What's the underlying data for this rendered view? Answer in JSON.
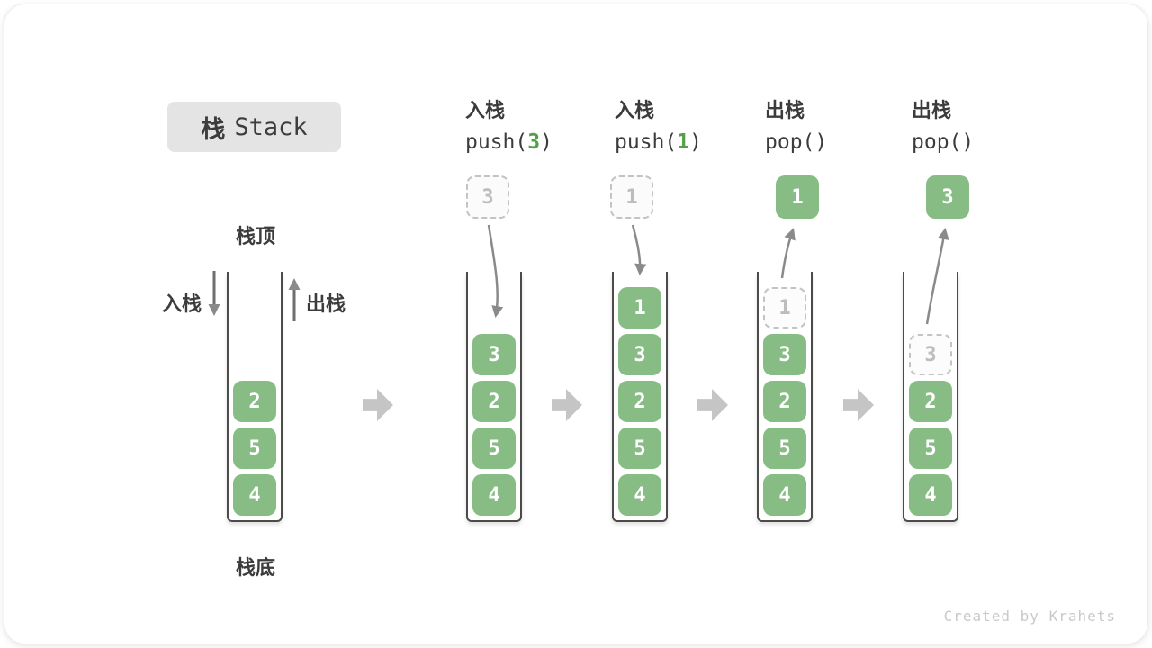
{
  "title": {
    "zh": "栈",
    "en": "Stack"
  },
  "labels": {
    "stack_top": "栈顶",
    "stack_bottom": "栈底",
    "push_side": "入栈",
    "pop_side": "出栈"
  },
  "operations": [
    {
      "name": "入栈",
      "code_pre": "push(",
      "code_arg": "3",
      "code_post": ")"
    },
    {
      "name": "入栈",
      "code_pre": "push(",
      "code_arg": "1",
      "code_post": ")"
    },
    {
      "name": "出栈",
      "code_pre": "pop()",
      "code_arg": "",
      "code_post": ""
    },
    {
      "name": "出栈",
      "code_pre": "pop()",
      "code_arg": "",
      "code_post": ""
    }
  ],
  "floating_boxes": [
    {
      "value": "3",
      "style": "ghost"
    },
    {
      "value": "1",
      "style": "ghost"
    },
    {
      "value": "1",
      "style": "solid"
    },
    {
      "value": "3",
      "style": "solid"
    }
  ],
  "stacks": [
    {
      "items": [
        {
          "value": "2"
        },
        {
          "value": "5"
        },
        {
          "value": "4"
        }
      ]
    },
    {
      "items": [
        {
          "value": "3"
        },
        {
          "value": "2"
        },
        {
          "value": "5"
        },
        {
          "value": "4"
        }
      ]
    },
    {
      "items": [
        {
          "value": "1"
        },
        {
          "value": "3"
        },
        {
          "value": "2"
        },
        {
          "value": "5"
        },
        {
          "value": "4"
        }
      ]
    },
    {
      "items": [
        {
          "value": "1",
          "style": "ghost"
        },
        {
          "value": "3"
        },
        {
          "value": "2"
        },
        {
          "value": "5"
        },
        {
          "value": "4"
        }
      ]
    },
    {
      "items": [
        {
          "value": "3",
          "style": "ghost"
        },
        {
          "value": "2"
        },
        {
          "value": "5"
        },
        {
          "value": "4"
        }
      ]
    }
  ],
  "watermark": "Created by Krahets",
  "colors": {
    "item_green": "#87bd85",
    "code_arg_green": "#53a048",
    "ghost_border": "#c3c3c3",
    "ghost_text": "#bdbdbd",
    "wall_dark": "#4b4b49",
    "thin_arrow_gray": "#8a8a8a",
    "block_arrow_gray": "#c5c5c5",
    "title_bg": "#e4e4e4",
    "text_dark": "#3c3c3c",
    "watermark_gray": "#c9c9c9"
  }
}
